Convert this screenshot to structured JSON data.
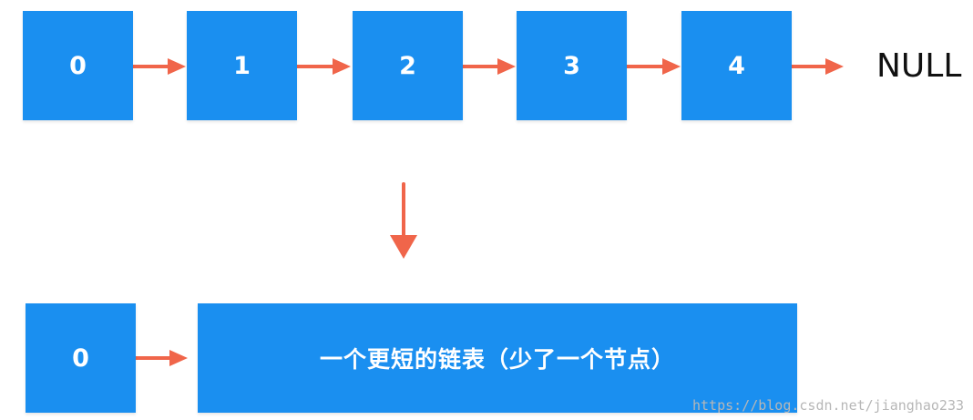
{
  "top_list": {
    "nodes": [
      "0",
      "1",
      "2",
      "3",
      "4"
    ],
    "terminal": "NULL"
  },
  "bottom_list": {
    "head": "0",
    "rest_label": "一个更短的链表（少了一个节点）"
  },
  "watermark": "https://blog.csdn.net/jianghao233",
  "colors": {
    "node_fill": "#1a8ff0",
    "arrow": "#f0654a",
    "node_text": "#ffffff"
  }
}
